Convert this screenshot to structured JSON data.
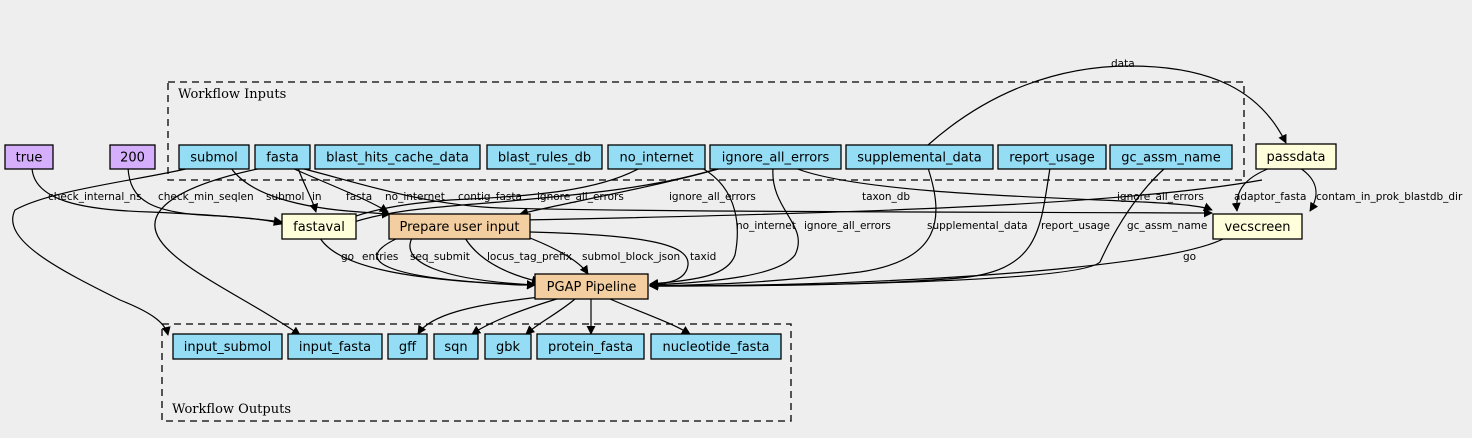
{
  "clusters": {
    "inputs": {
      "label": "Workflow Inputs"
    },
    "outputs": {
      "label": "Workflow Outputs"
    }
  },
  "colors": {
    "io": "#94ddf4",
    "constant": "#d5aefc",
    "step": "#fffeda",
    "subworkflow": "#f3cea1"
  },
  "nodes": {
    "true": "true",
    "n200": "200",
    "submol": "submol",
    "fasta": "fasta",
    "blast_hits_cache_data": "blast_hits_cache_data",
    "blast_rules_db": "blast_rules_db",
    "no_internet": "no_internet",
    "ignore_all_errors": "ignore_all_errors",
    "supplemental_data": "supplemental_data",
    "report_usage": "report_usage",
    "gc_assm_name": "gc_assm_name",
    "passdata": "passdata",
    "fastaval": "fastaval",
    "prepare": "Prepare user input",
    "vecscreen": "vecscreen",
    "pgap": "PGAP Pipeline",
    "input_submol": "input_submol",
    "input_fasta": "input_fasta",
    "gff": "gff",
    "sqn": "sqn",
    "gbk": "gbk",
    "protein_fasta": "protein_fasta",
    "nucleotide_fasta": "nucleotide_fasta"
  },
  "edges": {
    "data": "data",
    "check_internal_ns": "check_internal_ns",
    "check_min_seqlen": "check_min_seqlen",
    "submol": "submol",
    "in": "in",
    "fasta": "fasta",
    "no_internet": "no_internet",
    "contig_fasta": "contig_fasta",
    "ignore_all_errors_1": "ignore_all_errors",
    "ignore_all_errors_2": "ignore_all_errors",
    "taxon_db": "taxon_db",
    "ignore_all_errors_3": "ignore_all_errors",
    "adaptor_fasta": "adaptor_fasta",
    "contam_in_prok_blastdb_dir": "contam_in_prok_blastdb_dir",
    "no_internet_2": "no_internet",
    "ignore_all_errors_4": "ignore_all_errors",
    "supplemental_data": "supplemental_data",
    "report_usage": "report_usage",
    "gc_assm_name": "gc_assm_name",
    "go_1": "go",
    "entries": "entries",
    "seq_submit": "seq_submit",
    "locus_tag_prefix": "locus_tag_prefix",
    "submol_block_json": "submol_block_json",
    "taxid": "taxid",
    "go_2": "go"
  }
}
